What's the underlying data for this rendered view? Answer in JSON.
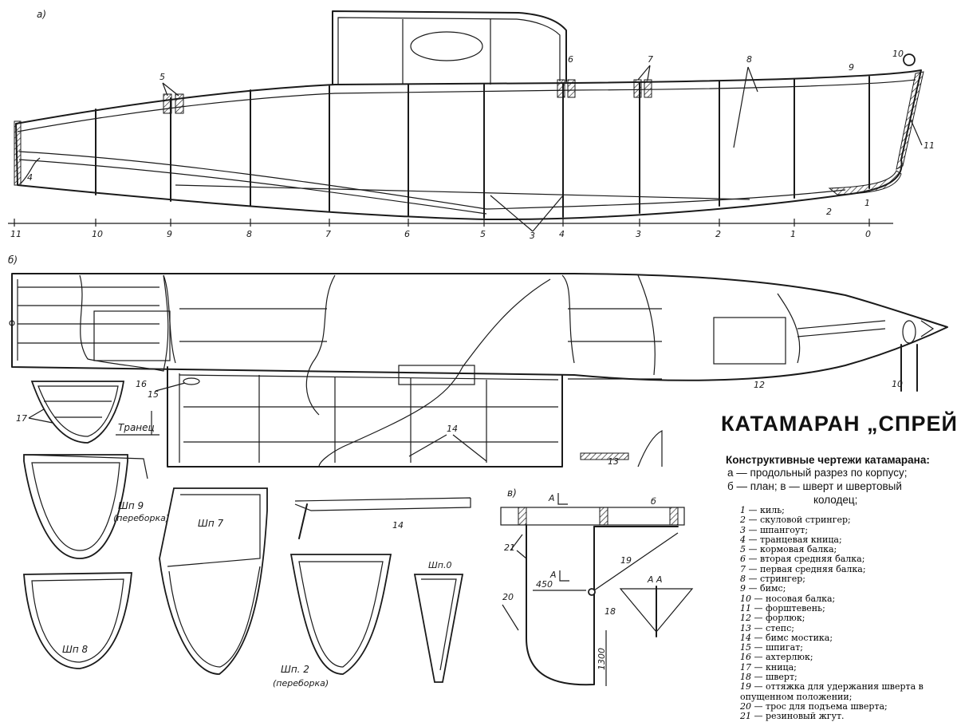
{
  "view_labels": {
    "a": "а)",
    "b": "б)",
    "v": "в)"
  },
  "station_numbers": [
    "11",
    "10",
    "9",
    "8",
    "7",
    "6",
    "5",
    "4",
    "3",
    "2",
    "1",
    "0"
  ],
  "side_callouts": {
    "a": [
      "1",
      "2",
      "3",
      "4",
      "5",
      "6",
      "7",
      "8",
      "9",
      "10",
      "11"
    ],
    "b": [
      "10",
      "12",
      "13",
      "14",
      "15",
      "16",
      "17"
    ],
    "v": [
      "18",
      "19",
      "20",
      "21"
    ]
  },
  "section_captions": {
    "tranets": "Транец",
    "sp9": "Шп 9",
    "sp9_note": "(переборка)",
    "sp7": "Шп 7",
    "sp8": "Шп 8",
    "sp2": "Шп. 2",
    "sp2_note": "(переборка)",
    "sp0": "Шп.0"
  },
  "beam_callout": "14",
  "daggerboard": {
    "cut_mark": "А",
    "section_label": "А  А",
    "b_mark": "б",
    "dim_450": "450",
    "dim_1300": "1300"
  },
  "title": {
    "main": "КАТАМАРАН „СПРЕЙ“",
    "subtitle": "Конструктивные чертежи катамарана:",
    "lines": [
      "а — продольный разрез по корпусу;",
      "б — план; в — шверт и швертовый",
      "колодец;"
    ]
  },
  "legend": [
    {
      "num": "1",
      "text": " — киль;"
    },
    {
      "num": "2",
      "text": " — скуловой стрингер;"
    },
    {
      "num": "3",
      "text": " — шпангоут;"
    },
    {
      "num": "4",
      "text": " — транцевая кница;"
    },
    {
      "num": "5",
      "text": " — кормовая балка;"
    },
    {
      "num": "6",
      "text": " — вторая средняя балка;"
    },
    {
      "num": "7",
      "text": " — первая средняя балка;"
    },
    {
      "num": "8",
      "text": " — стрингер;"
    },
    {
      "num": "9",
      "text": " — бимс;"
    },
    {
      "num": "10",
      "text": " — носовая балка;"
    },
    {
      "num": "11",
      "text": " — форштевень;"
    },
    {
      "num": "12",
      "text": " — форлюк;"
    },
    {
      "num": "13",
      "text": " — степс;"
    },
    {
      "num": "14",
      "text": " — бимс мостика;"
    },
    {
      "num": "15",
      "text": " — шпигат;"
    },
    {
      "num": "16",
      "text": " — ахтерлюк;"
    },
    {
      "num": "17",
      "text": " — кница;"
    },
    {
      "num": "18",
      "text": " — шверт;"
    },
    {
      "num": "19",
      "text": " — оттяжка для удержания шверта в опущенном положении;"
    },
    {
      "num": "20",
      "text": " — трос для подъема шверта;"
    },
    {
      "num": "21",
      "text": " — резиновый жгут."
    }
  ]
}
